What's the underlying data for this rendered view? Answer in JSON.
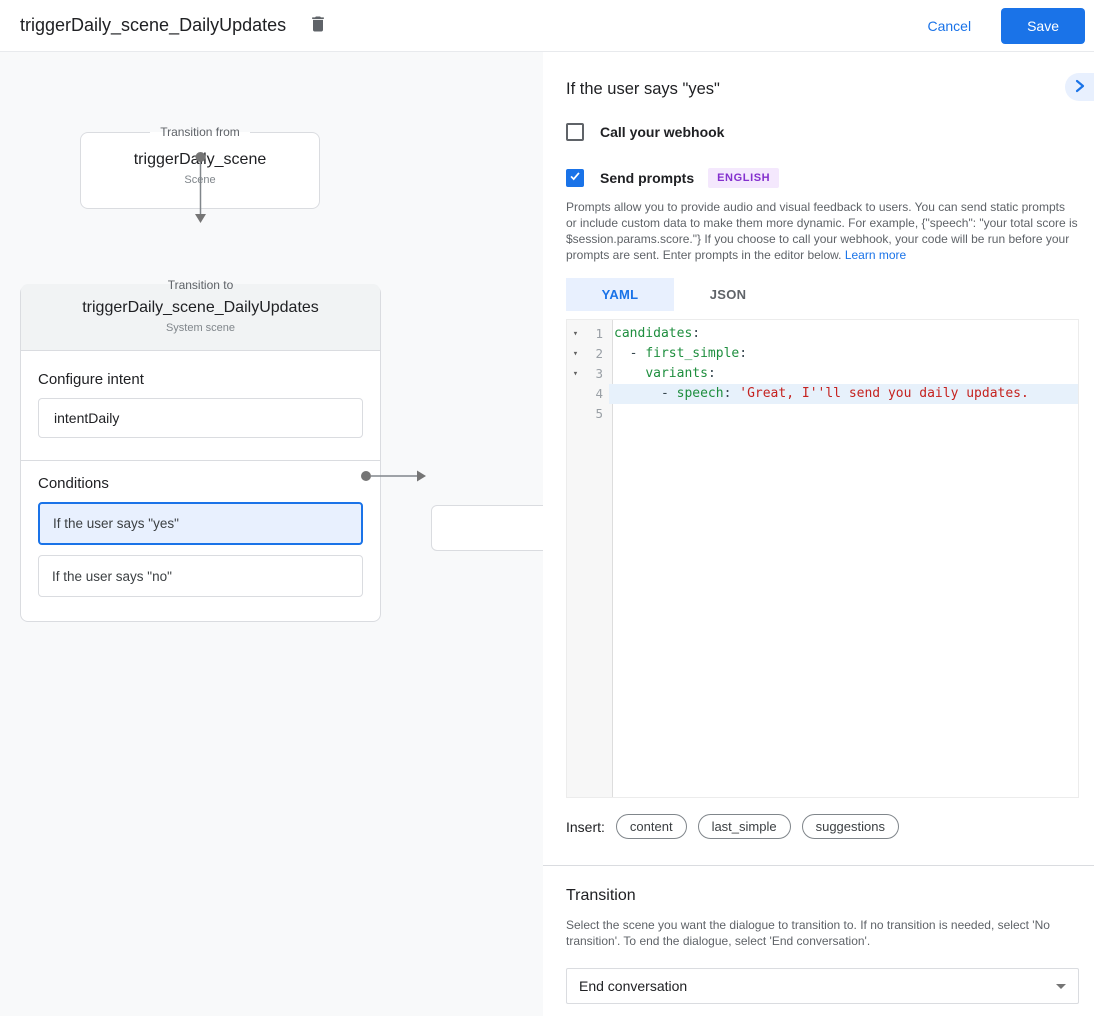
{
  "colors": {
    "accent": "#1a73e8",
    "selected_bg": "#e8f0fe",
    "badge_bg": "#f4e8fd",
    "badge_text": "#8430ce",
    "code_key": "#1e8e3e",
    "code_string": "#c5221f"
  },
  "header": {
    "title": "triggerDaily_scene_DailyUpdates",
    "cancel_label": "Cancel",
    "save_label": "Save"
  },
  "canvas": {
    "from_node": {
      "legend": "Transition from",
      "title": "triggerDaily_scene",
      "subtitle": "Scene"
    },
    "to_node": {
      "legend": "Transition to",
      "title": "triggerDaily_scene_DailyUpdates",
      "subtitle": "System scene",
      "configure_intent_label": "Configure intent",
      "intent_value": "intentDaily",
      "conditions_label": "Conditions",
      "conditions": [
        {
          "label": "If the user says \"yes\"",
          "selected": true
        },
        {
          "label": "If the user says \"no\"",
          "selected": false
        }
      ]
    }
  },
  "panel": {
    "title": "If the user says \"yes\"",
    "webhook": {
      "label": "Call your webhook",
      "checked": false
    },
    "prompts": {
      "label": "Send prompts",
      "checked": true,
      "badge": "ENGLISH"
    },
    "description": "Prompts allow you to provide audio and visual feedback to users. You can send static prompts or include custom data to make them more dynamic. For example, {\"speech\": \"your total score is $session.params.score.\"} If you choose to call your webhook, your code will be run before your prompts are sent. Enter prompts in the editor below. ",
    "learn_more_label": "Learn more",
    "tabs": [
      {
        "label": "YAML",
        "active": true
      },
      {
        "label": "JSON",
        "active": false
      }
    ],
    "editor": {
      "lines": [
        {
          "num": "1",
          "fold": "▾",
          "hl": false,
          "tokens": [
            {
              "c": "key",
              "t": "candidates"
            },
            {
              "c": "plain",
              "t": ":"
            }
          ]
        },
        {
          "num": "2",
          "fold": "▾",
          "hl": false,
          "tokens": [
            {
              "c": "plain",
              "t": "  - "
            },
            {
              "c": "key",
              "t": "first_simple"
            },
            {
              "c": "plain",
              "t": ":"
            }
          ]
        },
        {
          "num": "3",
          "fold": "▾",
          "hl": false,
          "tokens": [
            {
              "c": "plain",
              "t": "    "
            },
            {
              "c": "key",
              "t": "variants"
            },
            {
              "c": "plain",
              "t": ":"
            }
          ]
        },
        {
          "num": "4",
          "fold": "",
          "hl": true,
          "tokens": [
            {
              "c": "plain",
              "t": "      - "
            },
            {
              "c": "key",
              "t": "speech"
            },
            {
              "c": "plain",
              "t": ": "
            },
            {
              "c": "string",
              "t": "'Great, I''ll send you daily updates."
            }
          ]
        },
        {
          "num": "5",
          "fold": "",
          "hl": false,
          "tokens": []
        }
      ]
    },
    "insert": {
      "label": "Insert:",
      "chips": [
        "content",
        "last_simple",
        "suggestions"
      ]
    },
    "transition": {
      "title": "Transition",
      "description": "Select the scene you want the dialogue to transition to. If no transition is needed, select 'No transition'. To end the dialogue, select 'End conversation'.",
      "dropdown_value": "End conversation"
    }
  }
}
